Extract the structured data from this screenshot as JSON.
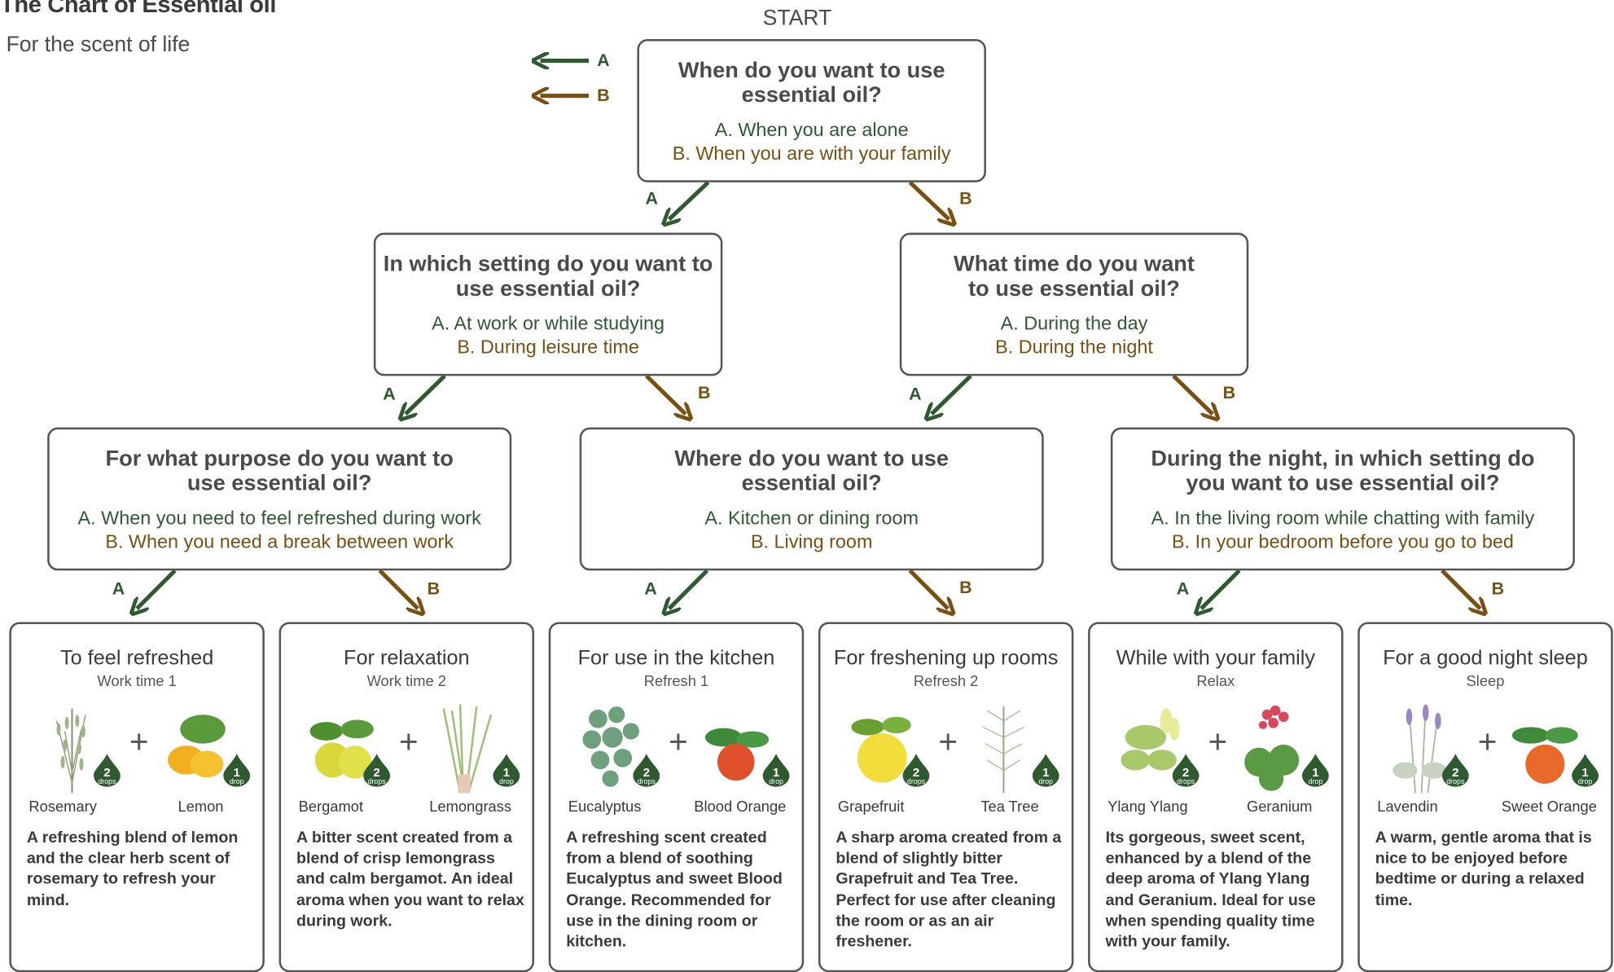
{
  "header": {
    "title": "The Chart of Essential oil",
    "subtitle": "For the scent of life",
    "start_label": "START"
  },
  "legend": {
    "a": "A",
    "b": "B"
  },
  "colors": {
    "option_a": "#2f5a30",
    "option_b": "#7a4f12",
    "border": "#555555",
    "drop_badge": "#2f5a30"
  },
  "questions": [
    {
      "text": "When do you want to use essential oil?",
      "a": "A. When you are alone",
      "b": "B. When you are with your family"
    },
    {
      "text": "In which setting do you want to use essential oil?",
      "a": "A. At work or while studying",
      "b": "B. During leisure time"
    },
    {
      "text": "What time do you want to use essential oil?",
      "a": "A. During the day",
      "b": "B. During the night"
    },
    {
      "text": "For what purpose do you want to use essential oil?",
      "a": "A. When you need to feel refreshed during work",
      "b": "B. When you need a break between work"
    },
    {
      "text": "Where do you want to use essential oil?",
      "a": "A. Kitchen or dining room",
      "b": "B. Living room"
    },
    {
      "text": "During the night, in which setting do you want to use essential oil?",
      "a": "A. In the living room while chatting with family",
      "b": "B. In your bedroom before you go to bed"
    }
  ],
  "arrow_labels": {
    "a": "A",
    "b": "B"
  },
  "cards": [
    {
      "title": "To feel refreshed",
      "subtitle": "Work time 1",
      "left": {
        "name": "Rosemary",
        "drops": "2",
        "unit": "drops",
        "icon": "rosemary-sprig-icon"
      },
      "right": {
        "name": "Lemon",
        "drops": "1",
        "unit": "drop",
        "icon": "lemon-fruit-icon"
      },
      "plus": "+",
      "description": "A refreshing blend of lemon and the clear herb scent of rosemary to refresh your mind."
    },
    {
      "title": "For relaxation",
      "subtitle": "Work time 2",
      "left": {
        "name": "Bergamot",
        "drops": "2",
        "unit": "drops",
        "icon": "bergamot-fruit-icon"
      },
      "right": {
        "name": "Lemongrass",
        "drops": "1",
        "unit": "drop",
        "icon": "lemongrass-icon"
      },
      "plus": "+",
      "description": "A bitter scent created from a blend of crisp lemongrass and calm bergamot. An ideal aroma when you want to relax during work."
    },
    {
      "title": "For use in the kitchen",
      "subtitle": "Refresh 1",
      "left": {
        "name": "Eucalyptus",
        "drops": "2",
        "unit": "drops",
        "icon": "eucalyptus-leaves-icon"
      },
      "right": {
        "name": "Blood Orange",
        "drops": "1",
        "unit": "drop",
        "icon": "blood-orange-icon"
      },
      "plus": "+",
      "description": "A refreshing scent created from a blend of soothing Eucalyptus and sweet Blood Orange. Recommended for use in the dining room or kitchen."
    },
    {
      "title": "For freshening up rooms",
      "subtitle": "Refresh 2",
      "left": {
        "name": "Grapefruit",
        "drops": "2",
        "unit": "drops",
        "icon": "grapefruit-icon"
      },
      "right": {
        "name": "Tea Tree",
        "drops": "1",
        "unit": "drop",
        "icon": "tea-tree-icon"
      },
      "plus": "+",
      "description": "A sharp aroma created from a blend of slightly bitter Grapefruit and Tea Tree. Perfect for use after cleaning the room or as an air freshener."
    },
    {
      "title": "While with your family",
      "subtitle": "Relax",
      "left": {
        "name": "Ylang Ylang",
        "drops": "2",
        "unit": "drops",
        "icon": "ylang-ylang-flower-icon"
      },
      "right": {
        "name": "Geranium",
        "drops": "1",
        "unit": "drop",
        "icon": "geranium-flower-icon"
      },
      "plus": "+",
      "description": "Its gorgeous, sweet scent, enhanced by a blend of the deep aroma of Ylang Ylang and Geranium. Ideal for use when spending quality time with your family."
    },
    {
      "title": "For a good night sleep",
      "subtitle": "Sleep",
      "left": {
        "name": "Lavendin",
        "drops": "2",
        "unit": "drops",
        "icon": "lavender-sprig-icon"
      },
      "right": {
        "name": "Sweet Orange",
        "drops": "1",
        "unit": "drop",
        "icon": "sweet-orange-icon"
      },
      "plus": "+",
      "description": "A warm, gentle aroma that is nice to be enjoyed before bedtime or during a relaxed time."
    }
  ]
}
